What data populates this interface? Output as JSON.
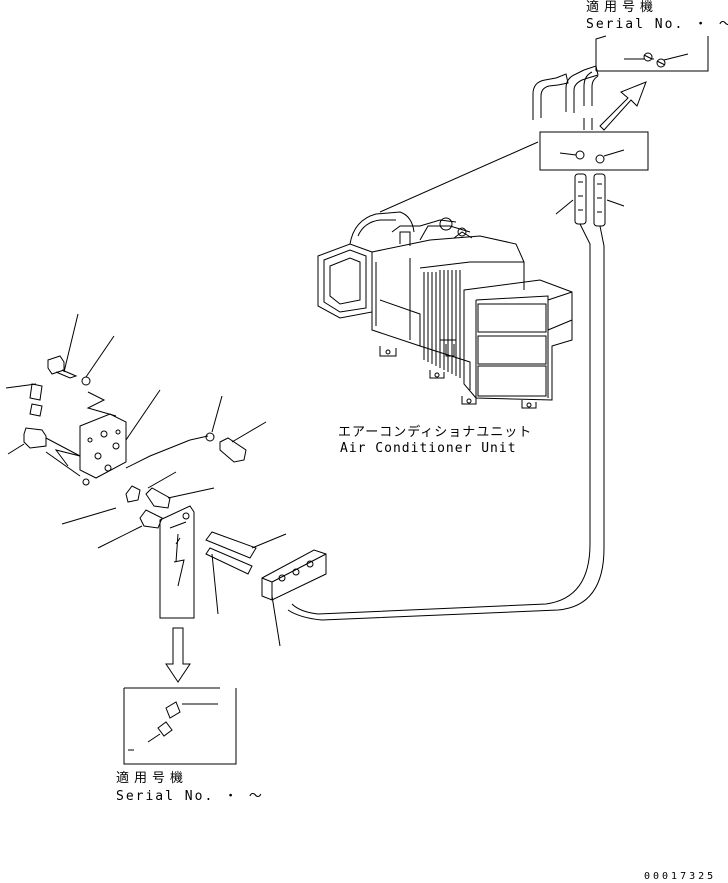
{
  "labels": {
    "serial_top_title": "適用号機",
    "serial_top_no": "Serial No.  ・  〜",
    "serial_bottom_title": "適用号機",
    "serial_bottom_no": "Serial No.  ・  〜",
    "unit_name_jp": "エアーコンディショナユニット",
    "unit_name_en": "Air Conditioner Unit",
    "drawing_code": "00017325"
  },
  "colors": {
    "line": "#000000",
    "background": "#ffffff"
  },
  "icons": {
    "arrow_up": "arrow-up-right-icon",
    "arrow_down": "arrow-down-icon"
  }
}
